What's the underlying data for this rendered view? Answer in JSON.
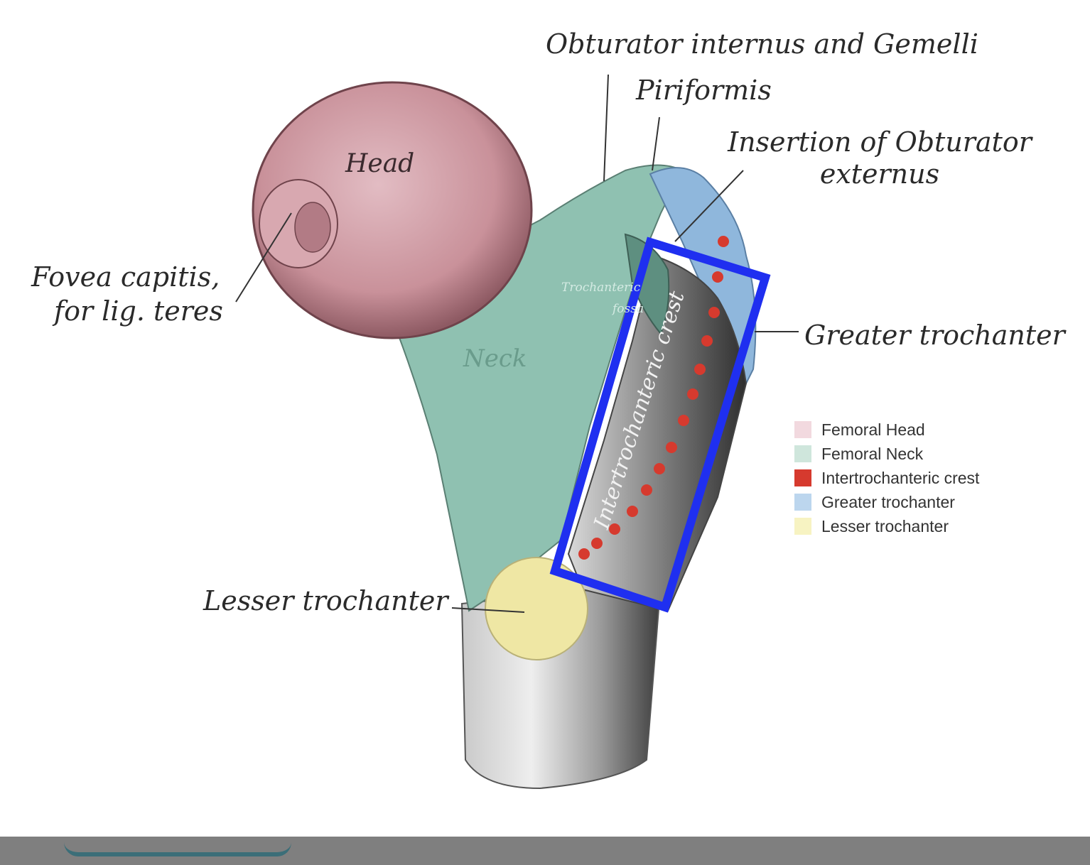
{
  "labels": {
    "obturator_internus": "Obturator internus and Gemelli",
    "piriformis": "Piriformis",
    "insertion_line1": "Insertion of Obturator",
    "insertion_line2": "externus",
    "fovea_line1": "Fovea capitis,",
    "fovea_line2": "for lig. teres",
    "greater_trochanter": "Greater trochanter",
    "lesser_trochanter": "Lesser trochanter",
    "head": "Head",
    "neck": "Neck",
    "trochanteric_fossa_line1": "Trochanteric",
    "trochanteric_fossa_line2": "fossa",
    "intertrochanteric_crest": "Intertrochanteric crest"
  },
  "legend": [
    {
      "label": "Femoral Head",
      "color": "#f2d9df"
    },
    {
      "label": "Femoral Neck",
      "color": "#cfe6dc"
    },
    {
      "label": "Intertrochanteric crest",
      "color": "#d63a2e"
    },
    {
      "label": "Greater trochanter",
      "color": "#bcd6ee"
    },
    {
      "label": "Lesser trochanter",
      "color": "#f7f3c2"
    }
  ],
  "colors": {
    "head": "#c9919a",
    "neck": "#8fc1b1",
    "greater_trochanter": "#8fb7dc",
    "lesser_trochanter": "#efe7a4",
    "crest_dots": "#d63a2e",
    "highlight_box": "#1f2ff0",
    "shaft": "#e6e6e6",
    "shaft_dark": "#4a4a4a"
  }
}
